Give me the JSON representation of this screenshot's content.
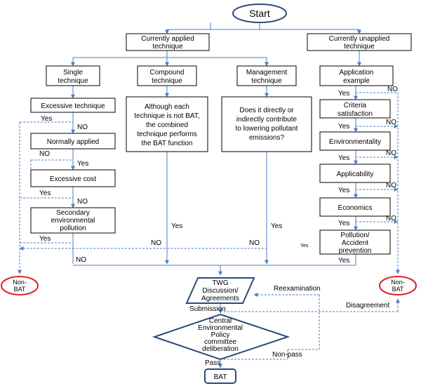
{
  "start": "Start",
  "applied": [
    "Currently applied",
    "technique"
  ],
  "unapplied": [
    "Currently unapplied",
    "technique"
  ],
  "single": [
    "Single",
    "technique"
  ],
  "compound": [
    "Compound",
    "technique"
  ],
  "management": [
    "Management",
    "technique"
  ],
  "excessive_technique": "Excessive technique",
  "normally_applied": "Normally applied",
  "excessive_cost": "Excessive cost",
  "secondary": [
    "Secondary",
    "environmental",
    "pollution"
  ],
  "compound_desc": [
    "Although each",
    "technique is not BAT,",
    "the combined",
    "technique performs",
    "the BAT function"
  ],
  "management_desc": [
    "Does it directly or",
    "indirectly contribute",
    "to lowering pollutant",
    "emissions?"
  ],
  "application_example": [
    "Application",
    "example"
  ],
  "criteria": [
    "Criteria",
    "satisfaction"
  ],
  "environmentality": "Environmentality",
  "applicability": "Applicability",
  "economics": "Economics",
  "pollution_accident": [
    "Pollution/",
    "Accident",
    "prevention"
  ],
  "twg": [
    "TWG",
    "Discussion/",
    "Agreements"
  ],
  "central": [
    "Central",
    "Environmental",
    "Policy",
    "committee",
    "deliberation"
  ],
  "bat": "BAT",
  "non_bat": [
    "Non-",
    "BAT"
  ],
  "labels": {
    "yes": "Yes",
    "no": "NO",
    "yes_small": "Yes",
    "reexamination": "Reexamination",
    "submission": "Submission",
    "disagreement": "Disagreement",
    "non_pass": "Non-pass",
    "pass": "Pass"
  },
  "colors": {
    "line": "#4a7fc1",
    "node_dark": "#2b4a7a",
    "non_bat": "#e0202a"
  }
}
